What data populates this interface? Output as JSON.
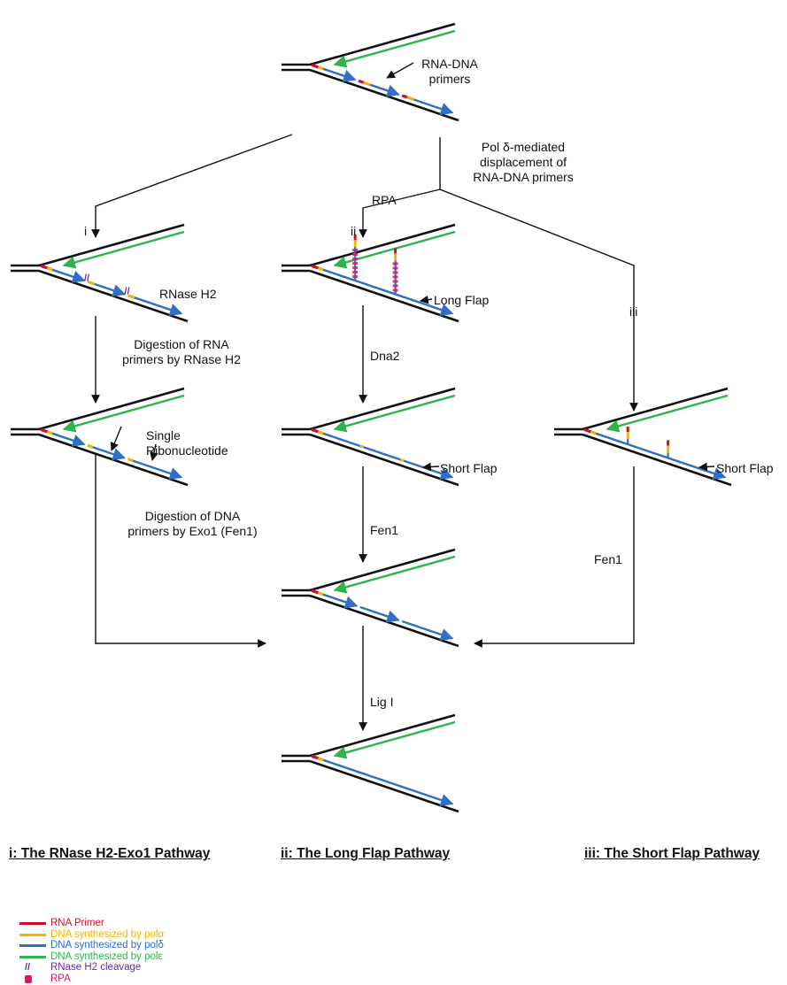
{
  "colors": {
    "strand": "#111111",
    "rna_primer": "#c8102e",
    "pol_alpha": "#f5b400",
    "pol_delta": "#2f6fc6",
    "pol_epsilon": "#2fb34a",
    "rnase": "#6b2c91",
    "rpa": "#d81b60",
    "arrow": "#111111"
  },
  "labels": {
    "rna_dna_primers": "RNA-DNA\nprimers",
    "pol_delta_displacement": "Pol δ-mediated\ndisplacement of\nRNA-DNA primers",
    "rpa": "RPA",
    "path_i": "i",
    "path_ii": "ii",
    "path_iii": "iii",
    "rnase_h2": "RNase H2",
    "long_flap": "Long Flap",
    "digestion_rna": "Digestion of RNA\nprimers by RNase H2",
    "dna2": "Dna2",
    "single_ribonucleotide": "Single\nRibonucleotide",
    "short_flap_ii": "Short Flap",
    "short_flap_iii": "Short Flap",
    "digestion_dna": "Digestion of DNA\nprimers by Exo1 (Fen1)",
    "fen1_ii": "Fen1",
    "fen1_iii": "Fen1",
    "lig1": "Lig I"
  },
  "titles": {
    "pathway_i": "i: The RNase H2-Exo1 Pathway",
    "pathway_ii": "ii: The Long Flap Pathway",
    "pathway_iii": "iii: The Short Flap Pathway"
  },
  "legend": [
    {
      "label": "RNA Primer",
      "color": "#c8102e",
      "kind": "line"
    },
    {
      "label": "DNA synthesized by polα",
      "color": "#f5b400",
      "kind": "line"
    },
    {
      "label": "DNA synthesized by polδ",
      "color": "#2f6fc6",
      "kind": "line"
    },
    {
      "label": "DNA synthesized by polε",
      "color": "#2fb34a",
      "kind": "line"
    },
    {
      "label": "RNase H2 cleavage",
      "color": "#6b2c91",
      "kind": "cleavage"
    },
    {
      "label": "RPA",
      "color": "#d81b60",
      "kind": "rpa"
    }
  ]
}
